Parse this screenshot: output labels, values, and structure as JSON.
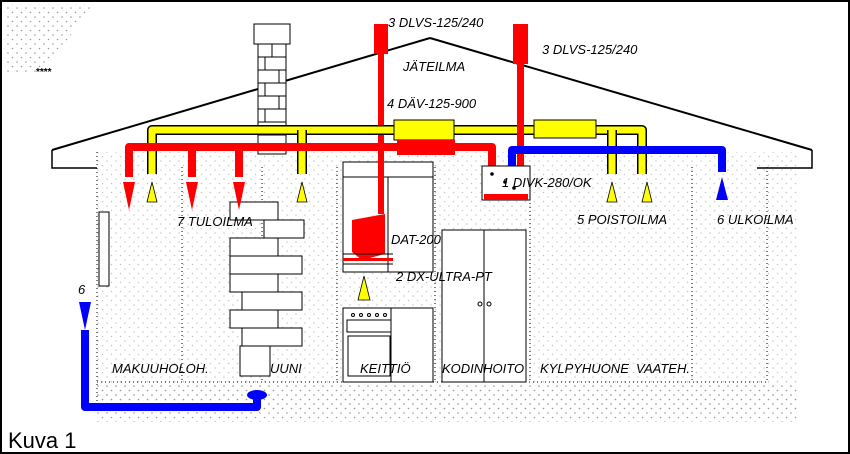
{
  "colors": {
    "supply": "#ff0000",
    "exhaust": "#ffff00",
    "outdoor": "#0000ff",
    "outline": "#000000",
    "stipple": "#9a9a9a"
  },
  "labels": {
    "dlvs_a": "3 DLVS-125/240",
    "dlvs_b": "3 DLVS-125/240",
    "jateilma": "JÄTEILMA",
    "dav": "4 DÄV-125-900",
    "divk": "1 DIVK-280/OK",
    "tuloilma": "7 TULOILMA",
    "poistoilma": "5 POISTOILMA",
    "ulkoilma": "6 ULKOILMA",
    "dat": "DAT-200",
    "dx": "2 DX-ULTRA-PT",
    "six": "6",
    "stars": "****"
  },
  "rooms": {
    "makuuholoh": "MAKUUHOLOH.",
    "uuni": "UUNI",
    "keittio": "KEITTIÖ",
    "kodinhoito": "KODINHOITO",
    "kylpyhuone": "KYLPYHUONE",
    "vaateh": "VAATEH."
  },
  "caption": "Kuva 1",
  "icons": [
    "supply-arrow-icon",
    "exhaust-arrow-icon",
    "outdoor-arrow-icon",
    "stove-icon",
    "hood-icon"
  ]
}
